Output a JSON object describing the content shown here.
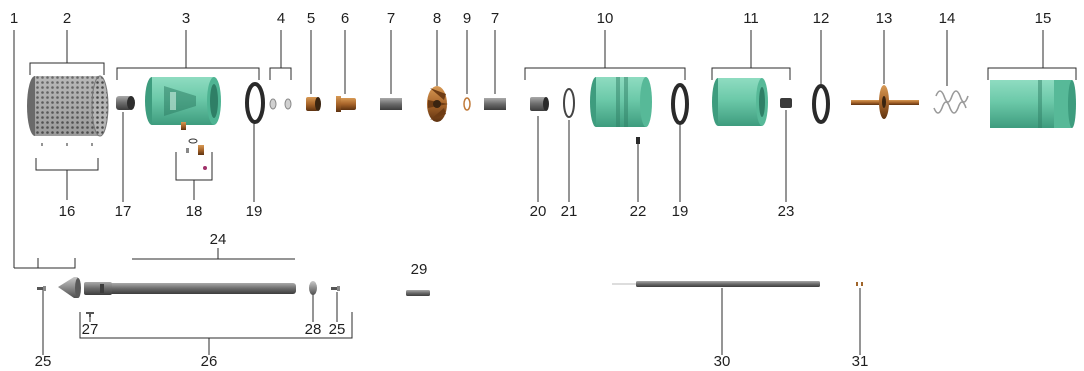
{
  "callouts": {
    "c1": "1",
    "c2": "2",
    "c3": "3",
    "c4": "4",
    "c5": "5",
    "c6": "6",
    "c7a": "7",
    "c7b": "7",
    "c8": "8",
    "c9": "9",
    "c10": "10",
    "c11": "11",
    "c12": "12",
    "c13": "13",
    "c14": "14",
    "c15": "15",
    "c16": "16",
    "c17": "17",
    "c18": "18",
    "c19a": "19",
    "c19b": "19",
    "c20": "20",
    "c21": "21",
    "c22": "22",
    "c23": "23",
    "c24": "24",
    "c25a": "25",
    "c25b": "25",
    "c26": "26",
    "c27": "27",
    "c28": "28",
    "c29": "29",
    "c30": "30",
    "c31": "31"
  },
  "colors": {
    "housing_teal": "#6cc9a9",
    "housing_teal_dark": "#3e9c7e",
    "bronze": "#a8652a",
    "bronze_dark": "#6e3c14",
    "steel": "#9a9a9a",
    "steel_dark": "#5a5a5a",
    "oring_black": "#2a2a2a",
    "shaft_olive": "#7a7346"
  }
}
